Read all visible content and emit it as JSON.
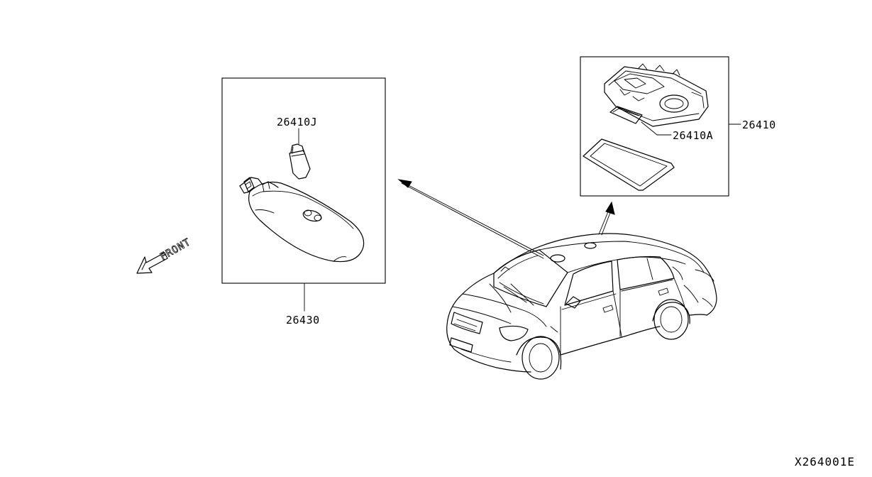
{
  "labels": {
    "bulb": "26410J",
    "lamp_assembly_front": "26430",
    "lamp_assembly_roof": "26410",
    "lens": "26410A",
    "front_indicator": "FRONT",
    "diagram_code": "X264001E"
  }
}
